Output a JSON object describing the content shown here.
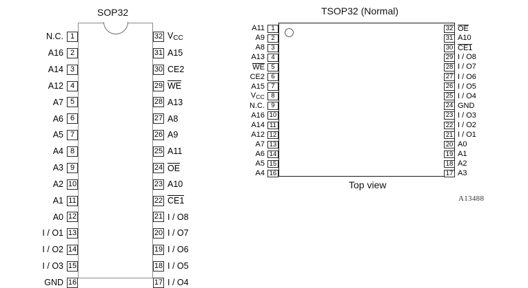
{
  "figure": {
    "reference_code": "A13488",
    "top_view_caption": "Top view"
  },
  "packages": [
    {
      "id": "sop32",
      "title": "SOP32",
      "pins_left": [
        {
          "num": "1",
          "label": "N.C.",
          "overbar": false
        },
        {
          "num": "2",
          "label": "A16",
          "overbar": false
        },
        {
          "num": "3",
          "label": "A14",
          "overbar": false
        },
        {
          "num": "4",
          "label": "A12",
          "overbar": false
        },
        {
          "num": "5",
          "label": "A7",
          "overbar": false
        },
        {
          "num": "6",
          "label": "A6",
          "overbar": false
        },
        {
          "num": "7",
          "label": "A5",
          "overbar": false
        },
        {
          "num": "8",
          "label": "A4",
          "overbar": false
        },
        {
          "num": "9",
          "label": "A3",
          "overbar": false
        },
        {
          "num": "10",
          "label": "A2",
          "overbar": false
        },
        {
          "num": "11",
          "label": "A1",
          "overbar": false
        },
        {
          "num": "12",
          "label": "A0",
          "overbar": false
        },
        {
          "num": "13",
          "label": "I / O1",
          "overbar": false
        },
        {
          "num": "14",
          "label": "I / O2",
          "overbar": false
        },
        {
          "num": "15",
          "label": "I / O3",
          "overbar": false
        },
        {
          "num": "16",
          "label": "GND",
          "overbar": false
        }
      ],
      "pins_right": [
        {
          "num": "32",
          "label": "VCC",
          "overbar": false,
          "subscript": "CC",
          "base": "V"
        },
        {
          "num": "31",
          "label": "A15",
          "overbar": false
        },
        {
          "num": "30",
          "label": "CE2",
          "overbar": false
        },
        {
          "num": "29",
          "label": "WE",
          "overbar": true
        },
        {
          "num": "28",
          "label": "A13",
          "overbar": false
        },
        {
          "num": "27",
          "label": "A8",
          "overbar": false
        },
        {
          "num": "26",
          "label": "A9",
          "overbar": false
        },
        {
          "num": "25",
          "label": "A11",
          "overbar": false
        },
        {
          "num": "24",
          "label": "OE",
          "overbar": true
        },
        {
          "num": "23",
          "label": "A10",
          "overbar": false
        },
        {
          "num": "22",
          "label": "CE1",
          "overbar": true
        },
        {
          "num": "21",
          "label": "I / O8",
          "overbar": false
        },
        {
          "num": "20",
          "label": "I / O7",
          "overbar": false
        },
        {
          "num": "19",
          "label": "I / O6",
          "overbar": false
        },
        {
          "num": "18",
          "label": "I / O5",
          "overbar": false
        },
        {
          "num": "17",
          "label": "I / O4",
          "overbar": false
        }
      ]
    },
    {
      "id": "tsop32",
      "title": "TSOP32 (Normal)",
      "pins_left": [
        {
          "num": "1",
          "label": "A11",
          "overbar": false
        },
        {
          "num": "2",
          "label": "A9",
          "overbar": false
        },
        {
          "num": "3",
          "label": "A8",
          "overbar": false
        },
        {
          "num": "4",
          "label": "A13",
          "overbar": false
        },
        {
          "num": "5",
          "label": "WE",
          "overbar": true
        },
        {
          "num": "6",
          "label": "CE2",
          "overbar": false
        },
        {
          "num": "7",
          "label": "A15",
          "overbar": false
        },
        {
          "num": "8",
          "label": "VCC",
          "overbar": false,
          "subscript": "CC",
          "base": "V"
        },
        {
          "num": "9",
          "label": "N.C.",
          "overbar": false
        },
        {
          "num": "10",
          "label": "A16",
          "overbar": false
        },
        {
          "num": "11",
          "label": "A14",
          "overbar": false
        },
        {
          "num": "12",
          "label": "A12",
          "overbar": false
        },
        {
          "num": "13",
          "label": "A7",
          "overbar": false
        },
        {
          "num": "14",
          "label": "A6",
          "overbar": false
        },
        {
          "num": "15",
          "label": "A5",
          "overbar": false
        },
        {
          "num": "16",
          "label": "A4",
          "overbar": false
        }
      ],
      "pins_right": [
        {
          "num": "32",
          "label": "OE",
          "overbar": true
        },
        {
          "num": "31",
          "label": "A10",
          "overbar": false
        },
        {
          "num": "30",
          "label": "CE1",
          "overbar": true
        },
        {
          "num": "29",
          "label": "I / O8",
          "overbar": false
        },
        {
          "num": "28",
          "label": "I / O7",
          "overbar": false
        },
        {
          "num": "27",
          "label": "I / O6",
          "overbar": false
        },
        {
          "num": "26",
          "label": "I / O5",
          "overbar": false
        },
        {
          "num": "25",
          "label": "I / O4",
          "overbar": false
        },
        {
          "num": "24",
          "label": "GND",
          "overbar": false
        },
        {
          "num": "23",
          "label": "I / O3",
          "overbar": false
        },
        {
          "num": "22",
          "label": "I / O2",
          "overbar": false
        },
        {
          "num": "21",
          "label": "I / O1",
          "overbar": false
        },
        {
          "num": "20",
          "label": "A0",
          "overbar": false
        },
        {
          "num": "19",
          "label": "A1",
          "overbar": false
        },
        {
          "num": "18",
          "label": "A2",
          "overbar": false
        },
        {
          "num": "17",
          "label": "A3",
          "overbar": false
        }
      ]
    }
  ]
}
